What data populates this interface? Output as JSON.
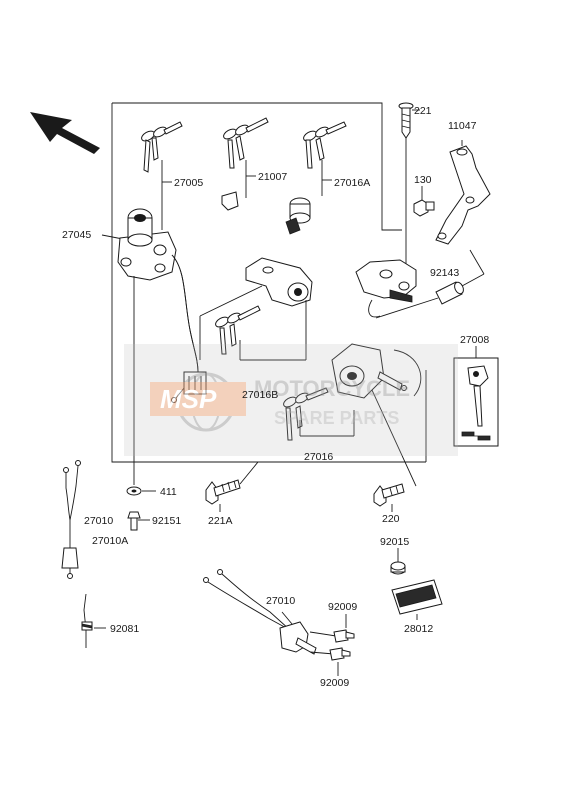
{
  "parts": {
    "p221": "221",
    "p11047": "11047",
    "p130": "130",
    "p27005": "27005",
    "p21007": "21007",
    "p27016A": "27016A",
    "p27045": "27045",
    "p92143": "92143",
    "p27008": "27008",
    "p27016B": "27016B",
    "p27016": "27016",
    "p411": "411",
    "p27010a": "27010",
    "p92151": "92151",
    "p27010A": "27010A",
    "p221A": "221A",
    "p220": "220",
    "p92015": "92015",
    "p28012": "28012",
    "p92081": "92081",
    "p27010b": "27010",
    "p92009a": "92009",
    "p92009b": "92009"
  },
  "watermark": {
    "logo": "MSP",
    "line1": "MOTORCYCLE",
    "line2": "SPARE PARTS"
  },
  "icons": {
    "direction_arrow": "front-direction-arrow-icon"
  }
}
